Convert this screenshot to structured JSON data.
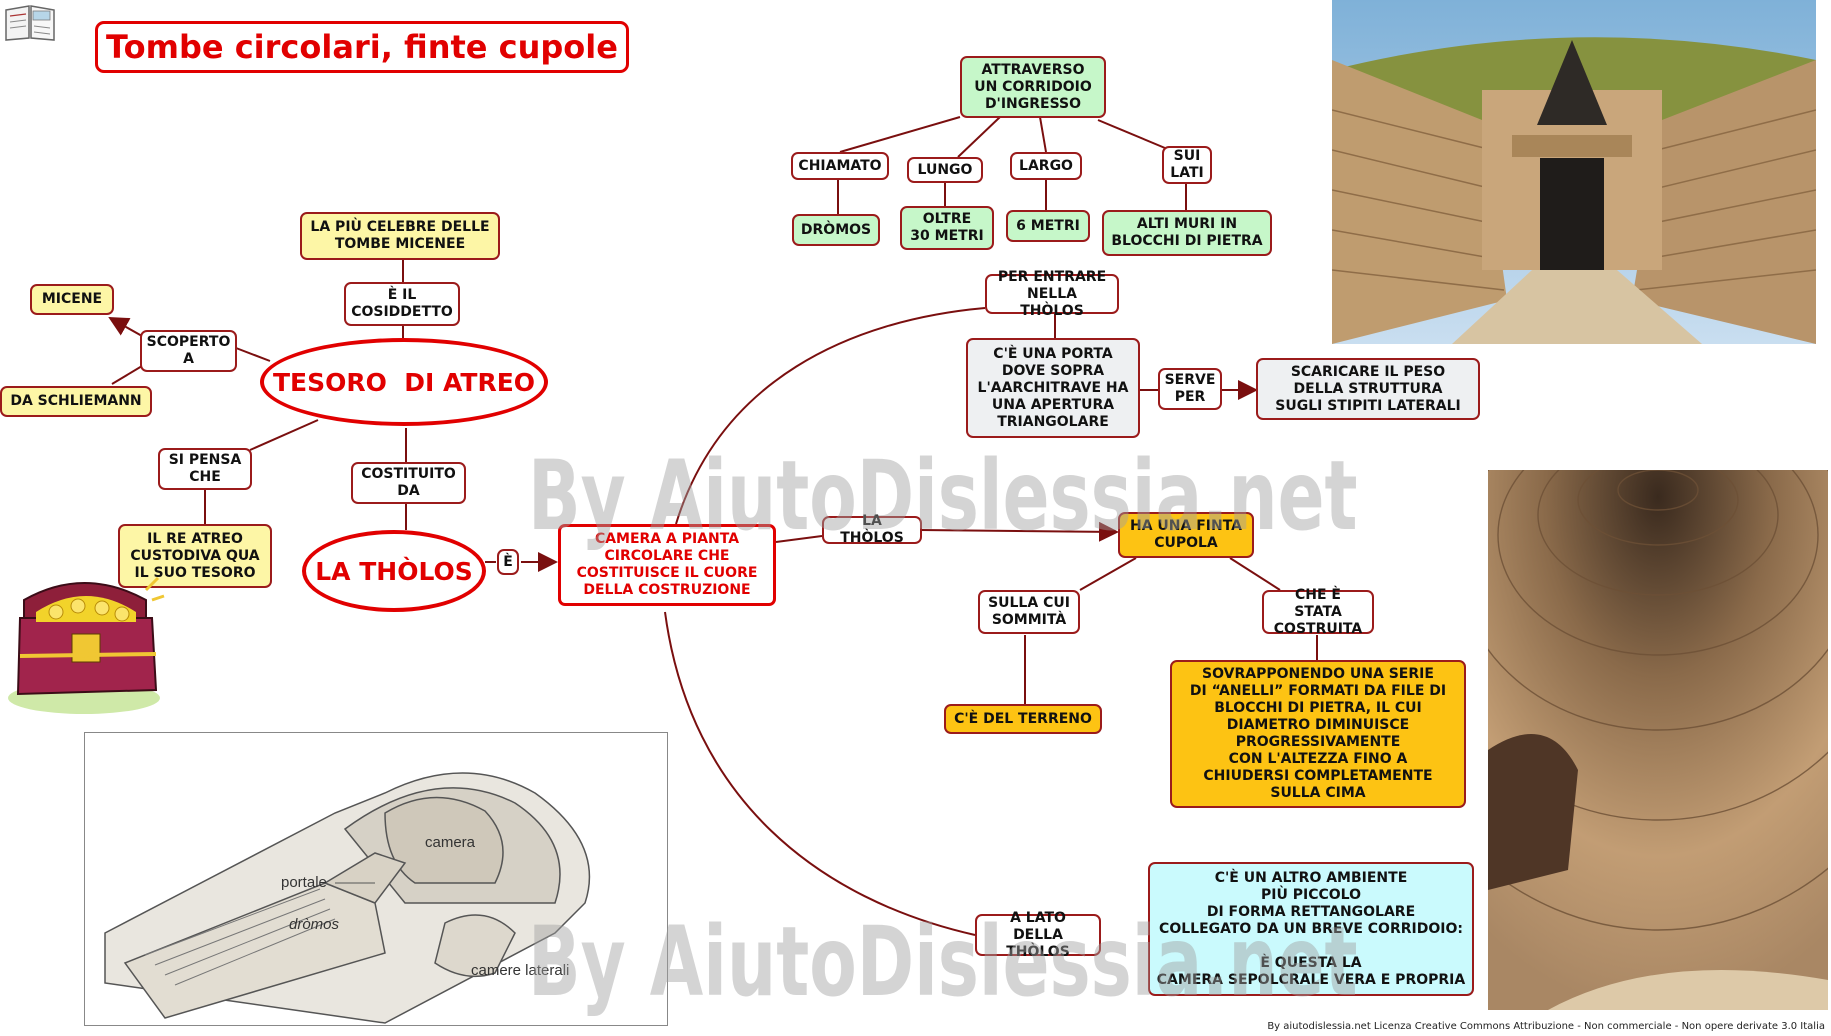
{
  "title": "Tombe circolari, finte cupole",
  "nodes": {
    "tesoro": "TESORO  DI ATREO",
    "tholos": "LA THÒLOS",
    "piu_celebre": "LA PIÙ CELEBRE DELLE\nTOMBE MICENEE",
    "e_il_cosiddetto": "È IL\nCOSIDDETTO",
    "micene": "MICENE",
    "scoperto_a": "SCOPERTO\nA",
    "schliemann": "DA SCHLIEMANN",
    "si_pensa_che": "SI PENSA\nCHE",
    "re_atreo": "IL RE ATREO\nCUSTODIVA QUA\nIL SUO TESORO",
    "costituito_da": "COSTITUITO\nDA",
    "e": "È",
    "camera": "CAMERA A PIANTA\nCIRCOLARE CHE\nCOSTITUISCE IL CUORE\nDELLA COSTRUZIONE",
    "attraverso": "ATTRAVERSO\nUN CORRIDOIO\nD'INGRESSO",
    "chiamato": "CHIAMATO",
    "dromos": "DRÒMOS",
    "lungo": "LUNGO",
    "oltre30": "OLTRE\n30 METRI",
    "largo": "LARGO",
    "sei_metri": "6 METRI",
    "sui_lati": "SUI\nLATI",
    "alti_muri": "ALTI MURI IN\nBLOCCHI DI PIETRA",
    "per_entrare": "PER ENTRARE\nNELLA THÒLOS",
    "porta": "C'È UNA PORTA\nDOVE SOPRA\nL'AARCHITRAVE HA\nUNA APERTURA\nTRIANGOLARE",
    "serve_per": "SERVE\nPER",
    "scaricare": "SCARICARE IL PESO\nDELLA STRUTTURA\nSUGLI STIPITI LATERALI",
    "la_tholos_link": "LA THÒLOS",
    "finta_cupola": "HA UNA FINTA\nCUPOLA",
    "sulla_cui": "SULLA CUI\nSOMMITÀ",
    "terreno": "C'È DEL TERRENO",
    "che_e_stata": "CHE È STATA\nCOSTRUITA",
    "sovrapponendo": "SOVRAPPONENDO UNA SERIE\nDI “ANELLI”  FORMATI DA FILE DI\nBLOCCHI DI PIETRA, IL CUI\nDIAMETRO  DIMINUISCE\nPROGRESSIVAMENTE\nCON L'ALTEZZA FINO A\nCHIUDERSI COMPLETAMENTE\nSULLA CIMA",
    "a_lato": "A LATO DELLA\nTHÒLOS",
    "altro_ambiente": "C'È UN ALTRO AMBIENTE\nPIÙ PICCOLO\nDI FORMA RETTANGOLARE\nCOLLEGATO DA UN BREVE CORRIDOIO:\n\nÈ QUESTA LA\nCAMERA SEPOLCRALE VERA E PROPRIA"
  },
  "diagram_labels": {
    "camera": "camera",
    "portale": "portale",
    "dromos": "dròmos",
    "camere_laterali": "camere laterali"
  },
  "watermark": "By AiutoDislessia.net",
  "footer": "By aiutodislessia.net Licenza Creative Commons Attribuzione - Non commerciale - Non opere derivate 3.0 Italia",
  "colors": {
    "accent_red": "#e10000",
    "border_dark_red": "#9b1b1b",
    "yellow": "#fdf6a6",
    "green": "#c6f7c9",
    "orange": "#fdc313",
    "cyan": "#cafafd"
  },
  "icons": [
    "book-icon",
    "treasure-chest-icon"
  ]
}
